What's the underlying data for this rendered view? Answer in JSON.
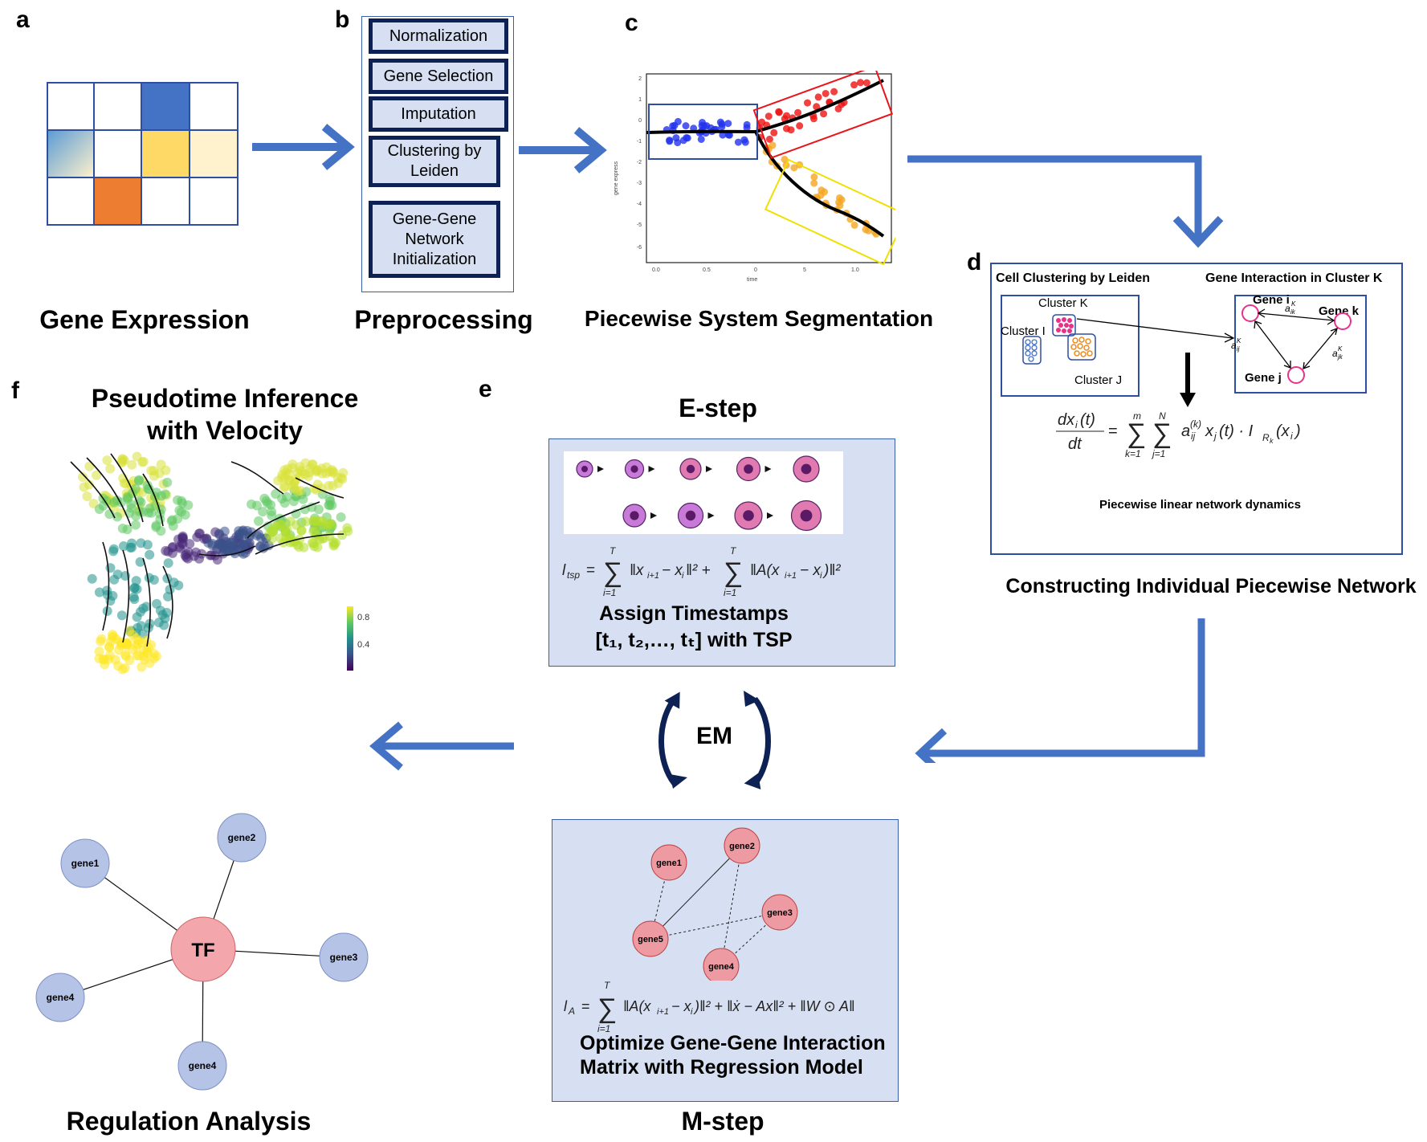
{
  "panels": {
    "a": "a",
    "b": "b",
    "c": "c",
    "d": "d",
    "e": "e",
    "f": "f"
  },
  "titles": {
    "gene_expression": "Gene Expression",
    "preprocessing": "Preprocessing",
    "segmentation": "Piecewise System Segmentation",
    "constructing": "Constructing Individual Piecewise Network",
    "pseudotime_line1": "Pseudotime Inference",
    "pseudotime_line2": "with Velocity",
    "estep": "E-step",
    "mstep": "M-step",
    "regulation": "Regulation Analysis"
  },
  "preprocessing_steps": [
    "Normalization",
    "Gene Selection",
    "Imputation",
    "Clustering by Leiden",
    "Gene-Gene Network Initialization"
  ],
  "panel_d": {
    "left_title": "Cell Clustering by Leiden",
    "right_title": "Gene Interaction in Cluster K",
    "cluster_k": "Cluster K",
    "cluster_i": "Cluster I",
    "cluster_j": "Cluster J",
    "gene_i": "Gene i",
    "gene_k": "Gene k",
    "gene_j": "Gene j",
    "caption": "Piecewise linear network dynamics"
  },
  "estep": {
    "line1": "Assign Timestamps",
    "line2": "[t₁, t₂,…, tₜ] with TSP"
  },
  "em_label": "EM",
  "mstep": {
    "line1": "Optimize Gene-Gene Interaction",
    "line2": "Matrix with Regression Model",
    "nodes": [
      "gene1",
      "gene2",
      "gene3",
      "gene4",
      "gene5"
    ]
  },
  "regulation": {
    "hub": "TF",
    "genes": [
      "gene1",
      "gene2",
      "gene3",
      "gene4",
      "gene4"
    ]
  },
  "colorbar": {
    "ticks": [
      "0.8",
      "0.4"
    ]
  },
  "scatter_axes": {
    "xlabel": "time",
    "ylabel": "gene express",
    "xticks": [
      "0.0",
      "0.5",
      "0",
      "5",
      "1.0"
    ],
    "yticks": [
      "2",
      "1",
      "0",
      "-1",
      "-2",
      "-3",
      "-4",
      "-5",
      "-6"
    ]
  },
  "colors": {
    "arrow_blue": "#4472c4",
    "panel_fill": "#d6e0f2",
    "dark_navy": "#0d2154",
    "heat_blue": "#4472c4",
    "heat_yellow": "#ffd966",
    "heat_cream": "#fff2cc",
    "heat_orange": "#ed7d31",
    "tf_pink": "#f4a6ad",
    "gene_blue": "#b4c3e6",
    "gene_pink": "#ee9aa3"
  }
}
